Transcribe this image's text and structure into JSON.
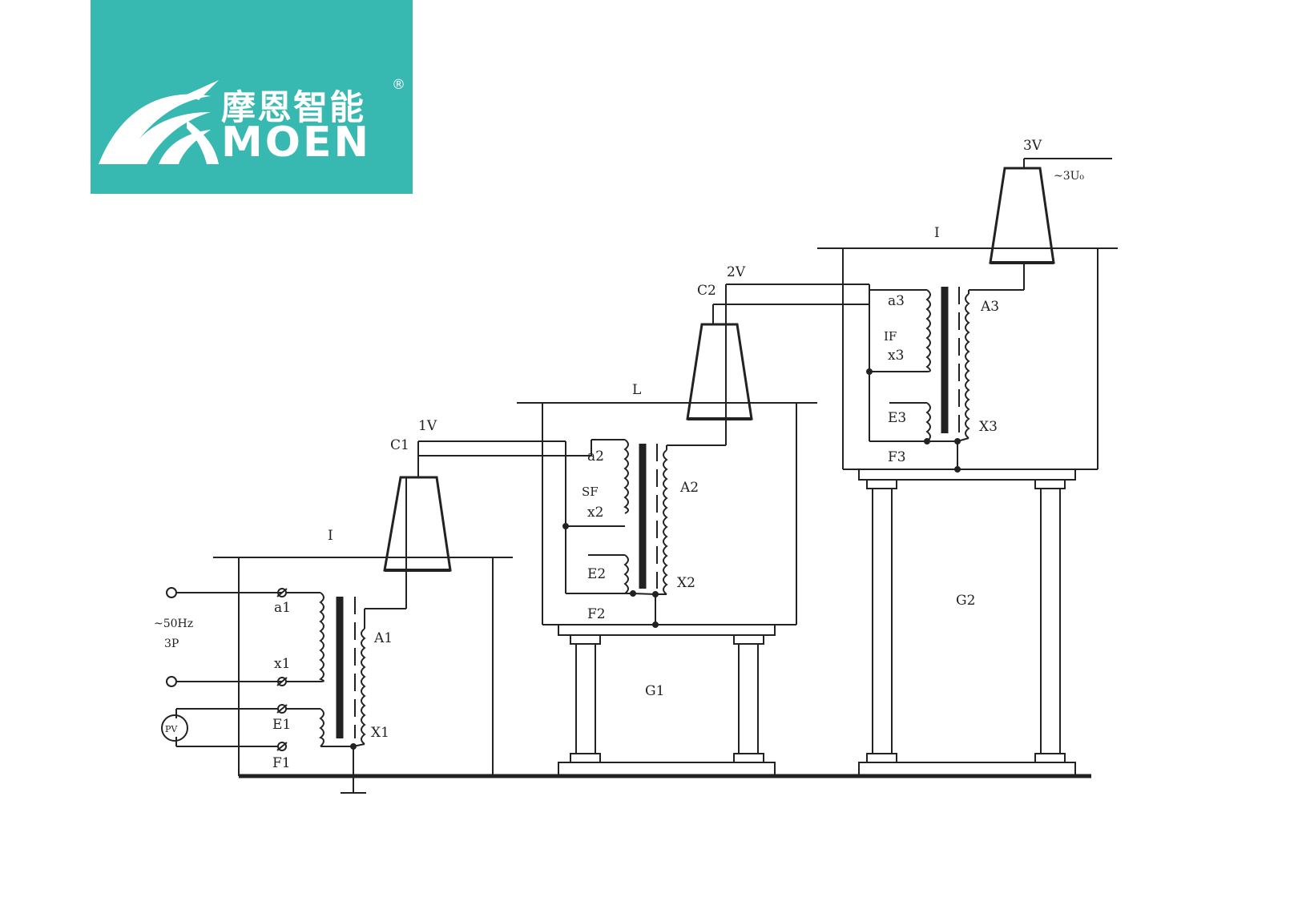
{
  "logo": {
    "brand_cn": "摩恩智能",
    "brand_en": "MOEN",
    "registered_mark": "®",
    "background_color": "#37b8b0"
  },
  "diagram": {
    "stage1": {
      "tank_mark": "I",
      "c_label": "C1",
      "v_label": "1V",
      "primary_top": "a1",
      "primary_bottom": "x1",
      "hv_top": "A1",
      "hv_bottom": "X1",
      "exciter_top": "E1",
      "exciter_bottom": "F1",
      "supply_label": "~50Hz",
      "supply_sub": "3P",
      "voltmeter": "PV"
    },
    "stage2": {
      "tank_mark": "L",
      "c_label": "C2",
      "v_label": "2V",
      "primary_top": "a2",
      "primary_mid": "SF",
      "primary_bottom": "x2",
      "hv_top": "A2",
      "hv_bottom": "X2",
      "exciter_top": "E2",
      "exciter_bottom": "F2",
      "support_label": "G1"
    },
    "stage3": {
      "tank_mark": "I",
      "v_label": "3V",
      "output_label": "~3U₀",
      "primary_top": "a3",
      "primary_mid": "IF",
      "primary_bottom": "x3",
      "hv_top": "A3",
      "hv_bottom": "X3",
      "exciter_top": "E3",
      "exciter_bottom": "F3",
      "support_label": "G2"
    }
  }
}
